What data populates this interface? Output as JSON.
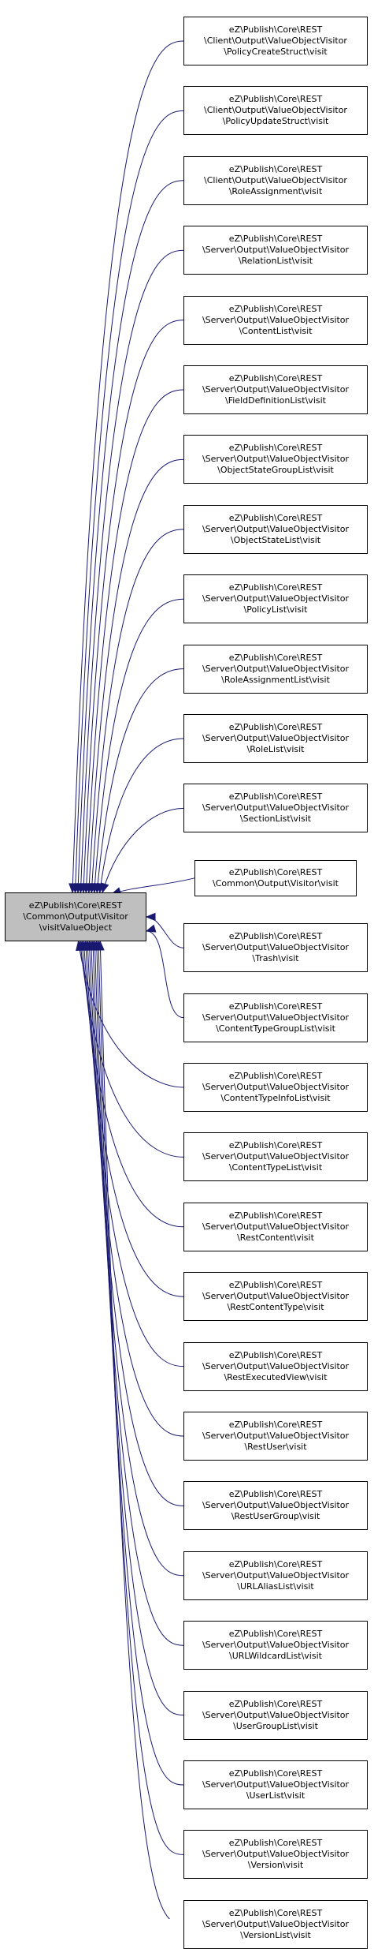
{
  "source": {
    "lines": [
      "eZ\\Publish\\Core\\REST",
      "\\Common\\Output\\Visitor",
      "\\visitValueObject"
    ]
  },
  "callers": [
    {
      "lines": [
        "eZ\\Publish\\Core\\REST",
        "\\Client\\Output\\ValueObjectVisitor",
        "\\PolicyCreateStruct\\visit"
      ]
    },
    {
      "lines": [
        "eZ\\Publish\\Core\\REST",
        "\\Client\\Output\\ValueObjectVisitor",
        "\\PolicyUpdateStruct\\visit"
      ]
    },
    {
      "lines": [
        "eZ\\Publish\\Core\\REST",
        "\\Client\\Output\\ValueObjectVisitor",
        "\\RoleAssignment\\visit"
      ]
    },
    {
      "lines": [
        "eZ\\Publish\\Core\\REST",
        "\\Server\\Output\\ValueObjectVisitor",
        "\\RelationList\\visit"
      ]
    },
    {
      "lines": [
        "eZ\\Publish\\Core\\REST",
        "\\Server\\Output\\ValueObjectVisitor",
        "\\ContentList\\visit"
      ]
    },
    {
      "lines": [
        "eZ\\Publish\\Core\\REST",
        "\\Server\\Output\\ValueObjectVisitor",
        "\\FieldDefinitionList\\visit"
      ]
    },
    {
      "lines": [
        "eZ\\Publish\\Core\\REST",
        "\\Server\\Output\\ValueObjectVisitor",
        "\\ObjectStateGroupList\\visit"
      ]
    },
    {
      "lines": [
        "eZ\\Publish\\Core\\REST",
        "\\Server\\Output\\ValueObjectVisitor",
        "\\ObjectStateList\\visit"
      ]
    },
    {
      "lines": [
        "eZ\\Publish\\Core\\REST",
        "\\Server\\Output\\ValueObjectVisitor",
        "\\PolicyList\\visit"
      ]
    },
    {
      "lines": [
        "eZ\\Publish\\Core\\REST",
        "\\Server\\Output\\ValueObjectVisitor",
        "\\RoleAssignmentList\\visit"
      ]
    },
    {
      "lines": [
        "eZ\\Publish\\Core\\REST",
        "\\Server\\Output\\ValueObjectVisitor",
        "\\RoleList\\visit"
      ]
    },
    {
      "lines": [
        "eZ\\Publish\\Core\\REST",
        "\\Server\\Output\\ValueObjectVisitor",
        "\\SectionList\\visit"
      ]
    },
    {
      "lines": [
        "eZ\\Publish\\Core\\REST",
        "\\Common\\Output\\Visitor\\visit"
      ]
    },
    {
      "lines": [
        "eZ\\Publish\\Core\\REST",
        "\\Server\\Output\\ValueObjectVisitor",
        "\\Trash\\visit"
      ]
    },
    {
      "lines": [
        "eZ\\Publish\\Core\\REST",
        "\\Server\\Output\\ValueObjectVisitor",
        "\\ContentTypeGroupList\\visit"
      ]
    },
    {
      "lines": [
        "eZ\\Publish\\Core\\REST",
        "\\Server\\Output\\ValueObjectVisitor",
        "\\ContentTypeInfoList\\visit"
      ]
    },
    {
      "lines": [
        "eZ\\Publish\\Core\\REST",
        "\\Server\\Output\\ValueObjectVisitor",
        "\\ContentTypeList\\visit"
      ]
    },
    {
      "lines": [
        "eZ\\Publish\\Core\\REST",
        "\\Server\\Output\\ValueObjectVisitor",
        "\\RestContent\\visit"
      ]
    },
    {
      "lines": [
        "eZ\\Publish\\Core\\REST",
        "\\Server\\Output\\ValueObjectVisitor",
        "\\RestContentType\\visit"
      ]
    },
    {
      "lines": [
        "eZ\\Publish\\Core\\REST",
        "\\Server\\Output\\ValueObjectVisitor",
        "\\RestExecutedView\\visit"
      ]
    },
    {
      "lines": [
        "eZ\\Publish\\Core\\REST",
        "\\Server\\Output\\ValueObjectVisitor",
        "\\RestUser\\visit"
      ]
    },
    {
      "lines": [
        "eZ\\Publish\\Core\\REST",
        "\\Server\\Output\\ValueObjectVisitor",
        "\\RestUserGroup\\visit"
      ]
    },
    {
      "lines": [
        "eZ\\Publish\\Core\\REST",
        "\\Server\\Output\\ValueObjectVisitor",
        "\\URLAliasList\\visit"
      ]
    },
    {
      "lines": [
        "eZ\\Publish\\Core\\REST",
        "\\Server\\Output\\ValueObjectVisitor",
        "\\URLWildcardList\\visit"
      ]
    },
    {
      "lines": [
        "eZ\\Publish\\Core\\REST",
        "\\Server\\Output\\ValueObjectVisitor",
        "\\UserGroupList\\visit"
      ]
    },
    {
      "lines": [
        "eZ\\Publish\\Core\\REST",
        "\\Server\\Output\\ValueObjectVisitor",
        "\\UserList\\visit"
      ]
    },
    {
      "lines": [
        "eZ\\Publish\\Core\\REST",
        "\\Server\\Output\\ValueObjectVisitor",
        "\\Version\\visit"
      ]
    },
    {
      "lines": [
        "eZ\\Publish\\Core\\REST",
        "\\Server\\Output\\ValueObjectVisitor",
        "\\VersionList\\visit"
      ]
    }
  ],
  "colors": {
    "edge": "#191970",
    "source_fill": "#bfbfbf",
    "node_fill": "#ffffff",
    "node_border": "#000000"
  }
}
